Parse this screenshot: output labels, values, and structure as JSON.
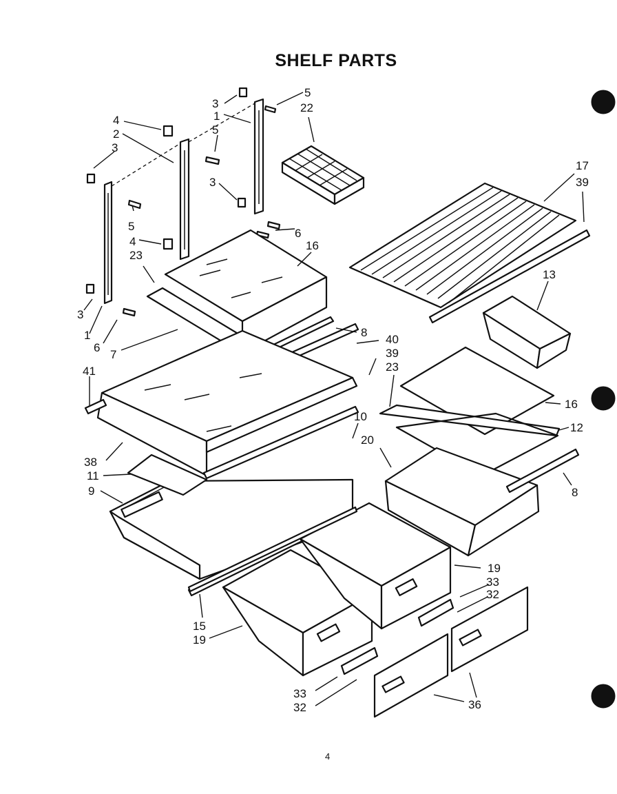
{
  "title": "SHELF PARTS",
  "page_number": "4",
  "callouts": [
    {
      "id": "c3a",
      "text": "3"
    },
    {
      "id": "c1a",
      "text": "1"
    },
    {
      "id": "c5a",
      "text": "5"
    },
    {
      "id": "c22",
      "text": "22"
    },
    {
      "id": "c4a",
      "text": "4"
    },
    {
      "id": "c5b",
      "text": "5"
    },
    {
      "id": "c2",
      "text": "2"
    },
    {
      "id": "c3b",
      "text": "3"
    },
    {
      "id": "c3c",
      "text": "3"
    },
    {
      "id": "c5c",
      "text": "5"
    },
    {
      "id": "c6a",
      "text": "6"
    },
    {
      "id": "c4b",
      "text": "4"
    },
    {
      "id": "c23a",
      "text": "23"
    },
    {
      "id": "c16a",
      "text": "16"
    },
    {
      "id": "c17",
      "text": "17"
    },
    {
      "id": "c39a",
      "text": "39"
    },
    {
      "id": "c13",
      "text": "13"
    },
    {
      "id": "c3d",
      "text": "3"
    },
    {
      "id": "c1b",
      "text": "1"
    },
    {
      "id": "c6b",
      "text": "6"
    },
    {
      "id": "c7",
      "text": "7"
    },
    {
      "id": "c8a",
      "text": "8"
    },
    {
      "id": "c40",
      "text": "40"
    },
    {
      "id": "c39b",
      "text": "39"
    },
    {
      "id": "c23b",
      "text": "23"
    },
    {
      "id": "c41",
      "text": "41"
    },
    {
      "id": "c16b",
      "text": "16"
    },
    {
      "id": "c12",
      "text": "12"
    },
    {
      "id": "c10",
      "text": "10"
    },
    {
      "id": "c20",
      "text": "20"
    },
    {
      "id": "c38",
      "text": "38"
    },
    {
      "id": "c11",
      "text": "11"
    },
    {
      "id": "c8b",
      "text": "8"
    },
    {
      "id": "c9",
      "text": "9"
    },
    {
      "id": "c19a",
      "text": "19"
    },
    {
      "id": "c33a",
      "text": "33"
    },
    {
      "id": "c32a",
      "text": "32"
    },
    {
      "id": "c15",
      "text": "15"
    },
    {
      "id": "c19b",
      "text": "19"
    },
    {
      "id": "c33b",
      "text": "33"
    },
    {
      "id": "c32b",
      "text": "32"
    },
    {
      "id": "c36",
      "text": "36"
    }
  ]
}
